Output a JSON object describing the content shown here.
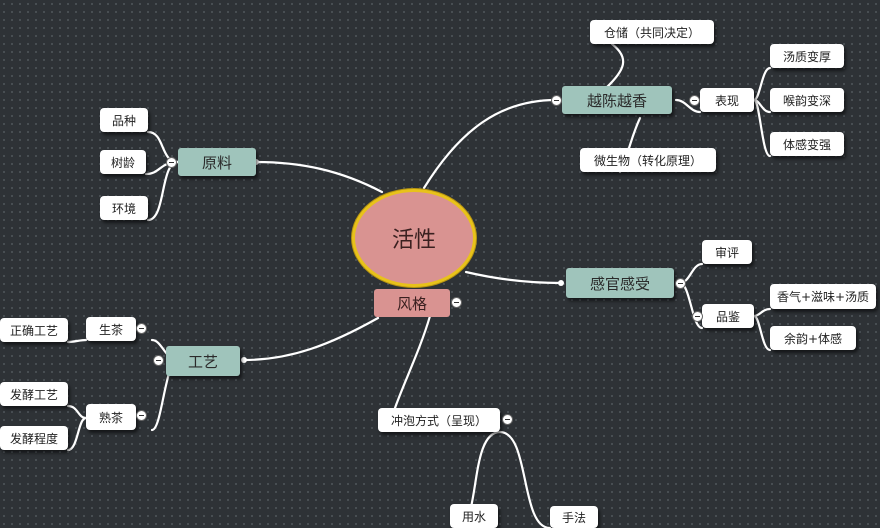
{
  "center": {
    "label": "活性"
  },
  "style_node": {
    "label": "风格"
  },
  "branches": {
    "raw": {
      "label": "原料",
      "children": [
        "品种",
        "树龄",
        "环境"
      ]
    },
    "aging": {
      "label": "越陈越香",
      "children": [
        "仓储（共同决定）",
        "表现",
        "微生物（转化原理）"
      ],
      "sub": {
        "label": "表现",
        "children": [
          "汤质变厚",
          "喉韵变深",
          "体感变强"
        ]
      }
    },
    "sense": {
      "label": "感官感受",
      "children": [
        "审评",
        "品鉴"
      ],
      "sub": {
        "label": "品鉴",
        "children": [
          "香气+滋味+汤质",
          "余韵+体感"
        ]
      }
    },
    "craft": {
      "label": "工艺",
      "children": [
        "生茶",
        "熟茶"
      ],
      "raw_tea": {
        "label": "生茶",
        "children": [
          "正确工艺"
        ]
      },
      "ripe_tea": {
        "label": "熟茶",
        "children": [
          "发酵工艺",
          "发酵程度"
        ]
      }
    },
    "brew": {
      "label": "冲泡方式（呈现）",
      "children": [
        "用水",
        "手法"
      ]
    }
  },
  "colors": {
    "center_fill": "#d99391",
    "center_border": "#e8c21a",
    "branch_fill": "#9fc4bb",
    "leaf_fill": "#ffffff",
    "line": "#ffffff",
    "background": "#2e3236"
  }
}
